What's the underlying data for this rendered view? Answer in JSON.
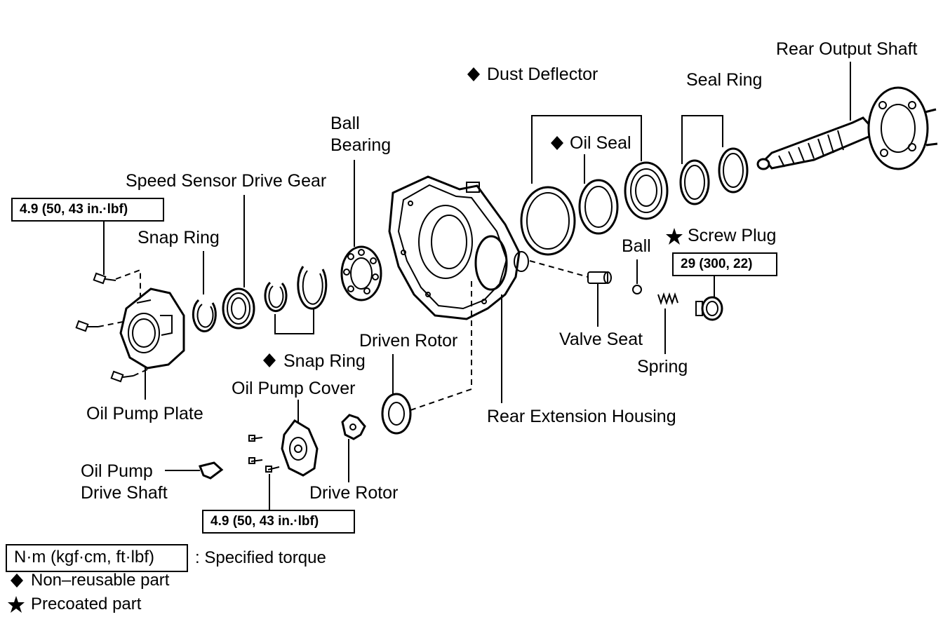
{
  "labels": {
    "rear_output_shaft": "Rear Output Shaft",
    "dust_deflector": "Dust Deflector",
    "seal_ring": "Seal Ring",
    "oil_seal": "Oil Seal",
    "ball_bearing_1": "Ball",
    "ball_bearing_2": "Bearing",
    "speed_sensor_drive_gear": "Speed Sensor Drive Gear",
    "snap_ring_left": "Snap Ring",
    "snap_ring_lower": "Snap Ring",
    "ball": "Ball",
    "screw_plug": "Screw Plug",
    "driven_rotor": "Driven Rotor",
    "valve_seat": "Valve Seat",
    "spring": "Spring",
    "oil_pump_cover": "Oil Pump Cover",
    "oil_pump_plate": "Oil Pump Plate",
    "rear_extension_housing": "Rear Extension Housing",
    "oil_pump_drive_shaft_1": "Oil Pump",
    "oil_pump_drive_shaft_2": "Drive Shaft",
    "drive_rotor": "Drive Rotor"
  },
  "symbols": {
    "diamond": "◆",
    "star": "★"
  },
  "torque": {
    "plate_bolts": "4.9 (50, 43 in.·lbf)",
    "cover_bolts": "4.9 (50, 43 in.·lbf)",
    "screw_plug": "29 (300, 22)"
  },
  "legend": {
    "torque_units": "N·m (kgf·cm, ft·lbf)",
    "torque_desc": ": Specified torque",
    "non_reusable": "Non–reusable part",
    "precoated": "Precoated part"
  }
}
